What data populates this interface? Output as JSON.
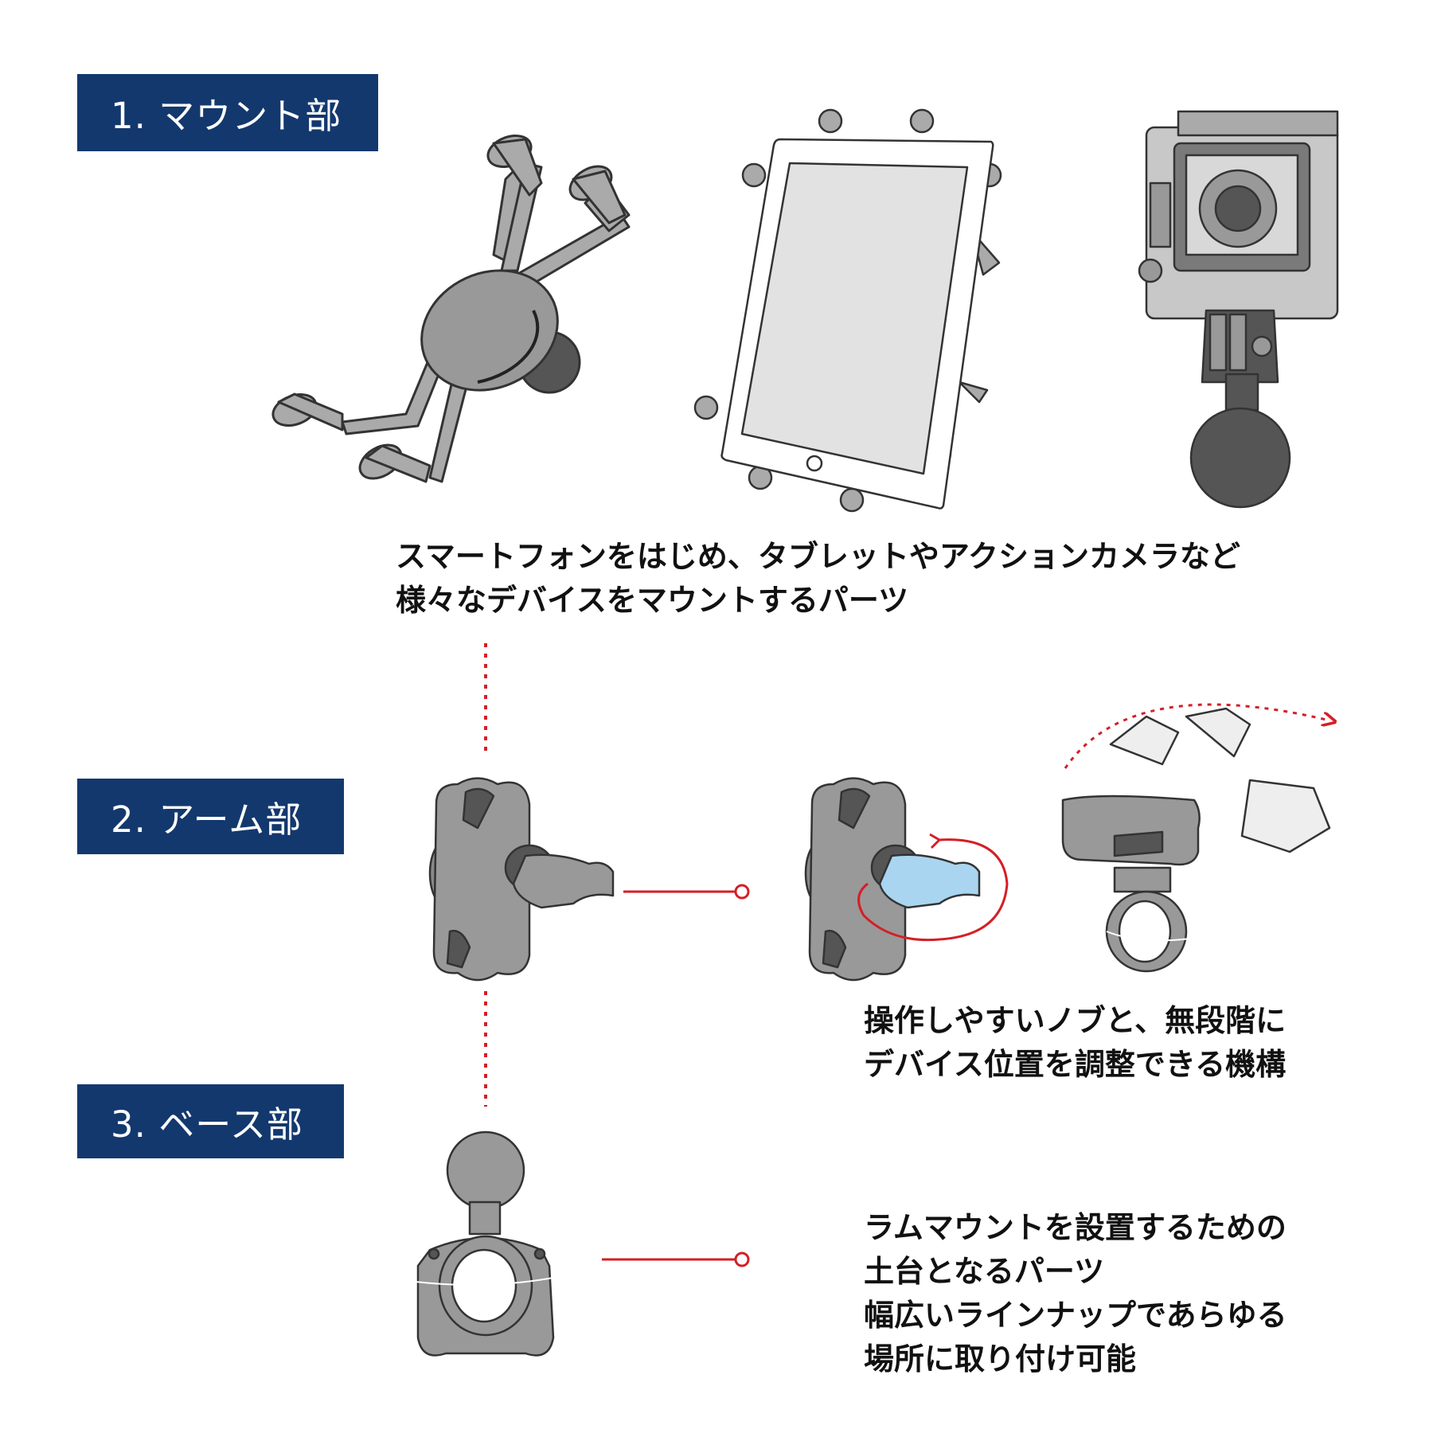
{
  "sections": [
    {
      "label": "1. マウント部"
    },
    {
      "label": "2. アーム部"
    },
    {
      "label": "3. ベース部"
    }
  ],
  "descriptions": {
    "mount": [
      "スマートフォンをはじめ、タブレットやアクションカメラなど",
      "様々なデバイスをマウントするパーツ"
    ],
    "arm": [
      "操作しやすいノブと、無段階に",
      "デバイス位置を調整できる機構"
    ],
    "base": [
      "ラムマウントを設置するための",
      "土台となるパーツ",
      "幅広いラインナップであらゆる",
      "場所に取り付け可能"
    ]
  },
  "colors": {
    "badge": "#13386e",
    "accent": "#d41f26",
    "part": "#9a9a9a",
    "knob_highlight": "#a9d5f0"
  }
}
